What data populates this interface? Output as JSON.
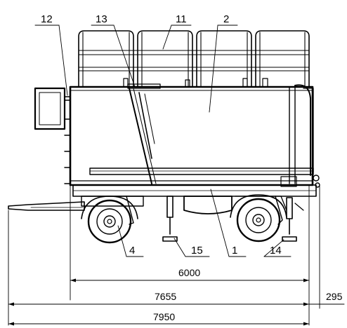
{
  "callouts": [
    {
      "id": "12",
      "text": "12"
    },
    {
      "id": "13",
      "text": "13"
    },
    {
      "id": "11",
      "text": "11"
    },
    {
      "id": "2",
      "text": "2"
    },
    {
      "id": "4",
      "text": "4"
    },
    {
      "id": "15",
      "text": "15"
    },
    {
      "id": "1",
      "text": "1"
    },
    {
      "id": "14",
      "text": "14"
    }
  ],
  "dimensions": {
    "wheelbase": "6000",
    "body_length": "7655",
    "rear_overhang": "295",
    "overall_length": "7950"
  }
}
